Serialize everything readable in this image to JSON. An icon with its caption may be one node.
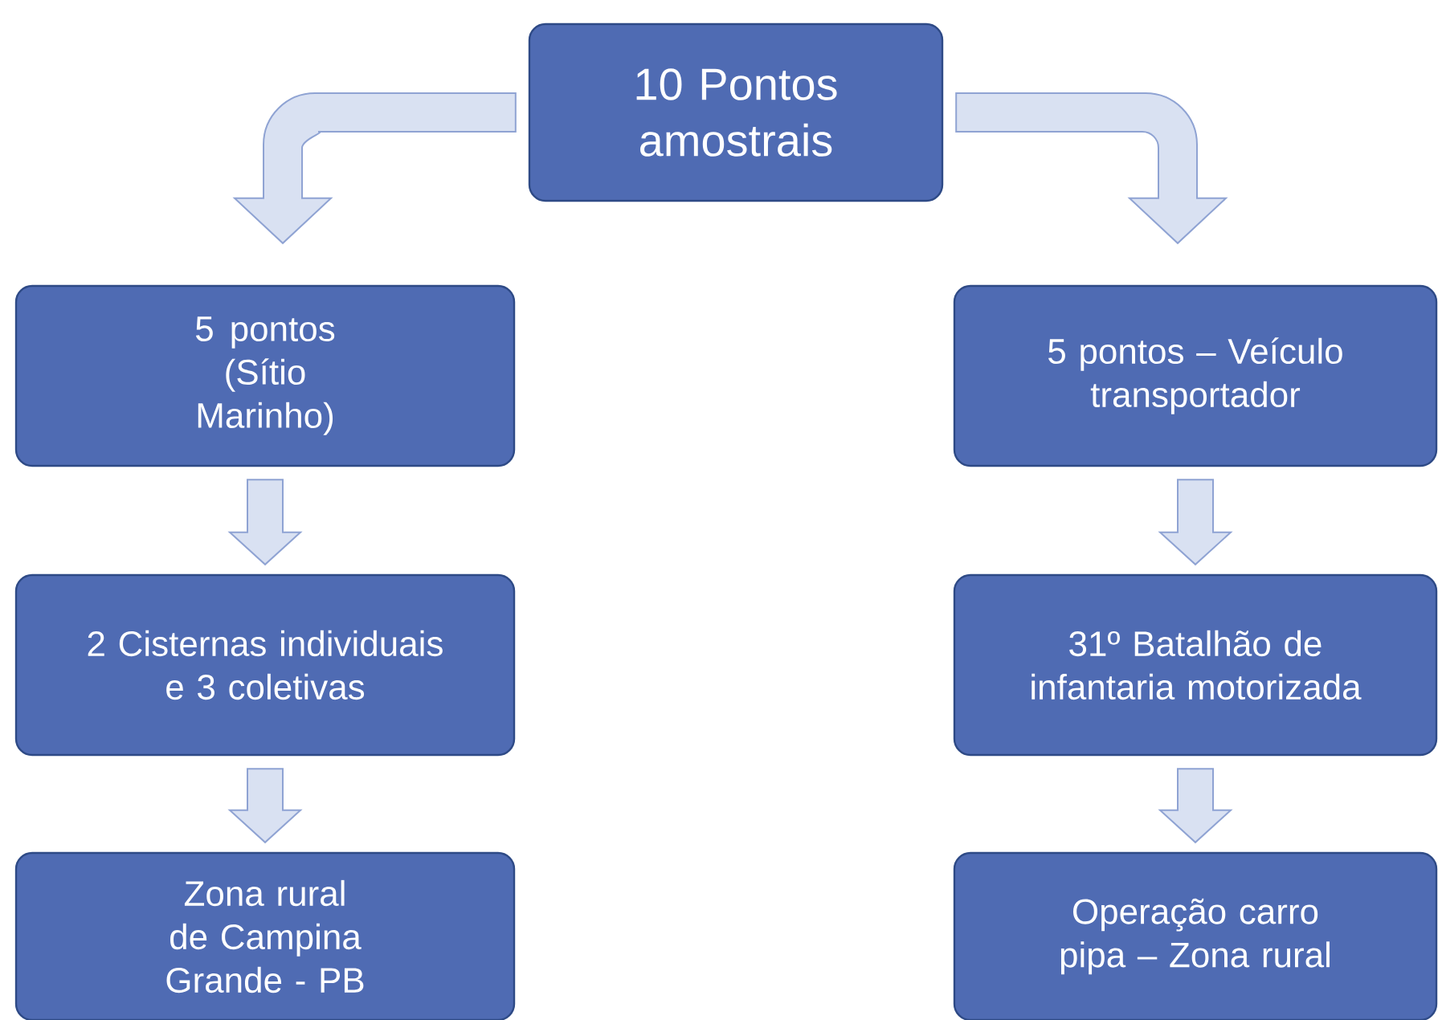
{
  "diagram": {
    "nodes": [
      {
        "text": [
          "10 Pontos amostrais"
        ]
      },
      {
        "text": [
          "5 pontos (Sítio Marinho)"
        ]
      },
      {
        "text": [
          "2 Cisternas individuais e 3 coletivas"
        ]
      },
      {
        "text": [
          "Zona rural de Campina Grande - PB"
        ]
      },
      {
        "text": [
          "5 pontos – Veículo transportador"
        ]
      },
      {
        "text": [
          "31º Batalhão de infantaria motorizada"
        ]
      },
      {
        "text": [
          "Operação carro pipa – Zona rural"
        ]
      }
    ],
    "edges": [
      {
        "from": 0,
        "to": 1,
        "arrow": "to"
      },
      {
        "from": 0,
        "to": 4,
        "arrow": "to"
      },
      {
        "from": 1,
        "to": 2,
        "arrow": "to"
      },
      {
        "from": 2,
        "to": 3,
        "arrow": "to"
      },
      {
        "from": 4,
        "to": 5,
        "arrow": "to"
      },
      {
        "from": 5,
        "to": 6,
        "arrow": "to"
      }
    ]
  }
}
